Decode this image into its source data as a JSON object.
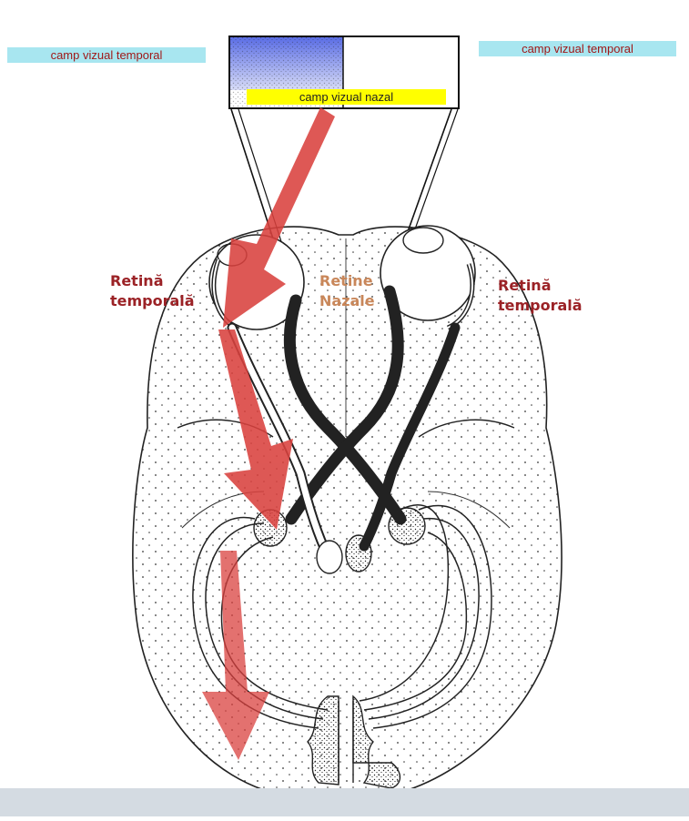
{
  "labels": {
    "left_temporal_field": "camp vizual temporal",
    "right_temporal_field": "camp vizual temporal",
    "nasal_field": "camp vizual nazal",
    "left_retina_line1": "Retină",
    "left_retina_line2": "temporală",
    "nasal_retina_line1": "Retine",
    "nasal_retina_line2": "Nazale",
    "right_retina_line1": "Retină",
    "right_retina_line2": "temporală"
  },
  "colors": {
    "label_box": "#a8e6f0",
    "label_text": "#a01818",
    "highlight": "#ffff00",
    "arrow": "#d9413e",
    "field_blue": "#6f7fe8",
    "retina_text": "#9b2226",
    "nasal_text": "#c9875a"
  },
  "icons": [
    "pathway-arrow-icon"
  ]
}
